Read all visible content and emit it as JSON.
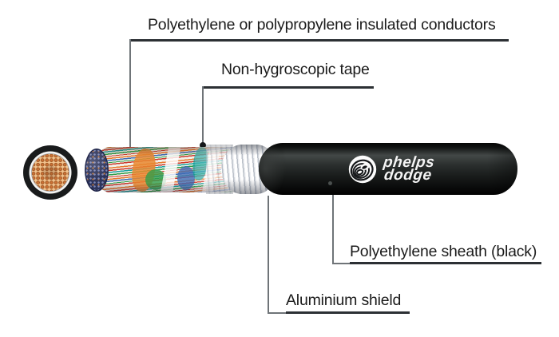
{
  "labels": {
    "conductors": "Polyethylene or polypropylene insulated conductors",
    "tape": "Non-hygroscopic tape",
    "sheath": "Polyethylene sheath (black)",
    "shield": "Aluminium shield"
  },
  "logo": {
    "word1": "phelps",
    "word2": "dodge"
  },
  "colors": {
    "label_text": "#1b1b1b",
    "underline": "#2c3034",
    "leader_line": "#6f7478",
    "sheath_black": "#141615",
    "tape_white": "#f2f3f5",
    "copper_dot": "#cb7134",
    "copper_background": "#f3c38d",
    "conductor_orange": "#e87a2e",
    "conductor_red": "#cc3a2e",
    "conductor_green": "#2f9e4a",
    "conductor_teal": "#1ba3a0",
    "conductor_blue": "#3f6cb4",
    "endcap_navy": "#2e355c"
  }
}
